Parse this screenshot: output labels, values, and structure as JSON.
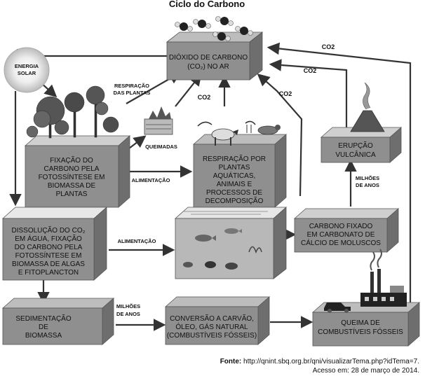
{
  "title": "Ciclo do Carbono",
  "sun_label": [
    "ENERGIA",
    "SOLAR"
  ],
  "boxes": {
    "co2_air": [
      "DIÓXIDO DE CARBONO",
      "(CO₂) NO AR"
    ],
    "fixation": [
      "FIXAÇÃO DO",
      "CARBONO PELA",
      "FOTOSSÍNTESE EM",
      "BIOMASSA DE",
      "PLANTAS"
    ],
    "respiration": [
      "RESPIRAÇÃO POR",
      "PLANTAS",
      "AQUÁTICAS,",
      "ANIMAIS E",
      "PROCESSOS DE",
      "DECOMPOSIÇÃO"
    ],
    "volcanic": [
      "ERUPÇÃO",
      "VULCÂNICA"
    ],
    "dissolution": [
      "DISSOLUÇÃO DO CO₂",
      "EM ÁGUA, FIXAÇÃO",
      "DO CARBONO PELA",
      "FOTOSSÍNTESE EM",
      "BIOMASSA DE ALGAS",
      "E FITOPLANCTON"
    ],
    "carbonate": [
      "CARBONO FIXADO",
      "EM CARBONATO DE",
      "CÁLCIO DE MOLUSCOS"
    ],
    "sedimentation": [
      "SEDIMENTAÇÃO",
      "DE",
      "BIOMASSA"
    ],
    "conversion": [
      "CONVERSÃO A CARVÃO,",
      "ÓLEO, GÁS NATURAL",
      "(COMBUSTÍVEIS FÓSSEIS)"
    ],
    "burning": [
      "QUEIMA DE",
      "COMBUSTÍVEIS FÓSSEIS"
    ]
  },
  "arrow_labels": {
    "plant_respiration": [
      "RESPIRAÇÃO",
      "DAS PLANTAS"
    ],
    "burns": "QUEIMADAS",
    "feeding_top": "ALIMENTAÇÃO",
    "feeding_bottom": "ALIMENTAÇÃO",
    "millions_years_right": [
      "MILHÕES",
      "DE ANOS"
    ],
    "millions_years_bottom": [
      "MILHÕES",
      "DE ANOS"
    ],
    "co2_1": "CO2",
    "co2_2": "CO2",
    "co2_3": "CO2",
    "co2_4": "CO2"
  },
  "source": {
    "label": "Fonte:",
    "text": " http://qnint.sbq.org.br/qni/visualizarTema.php?idTema=7.",
    "access": "Acesso em: 28 de março de 2014."
  }
}
